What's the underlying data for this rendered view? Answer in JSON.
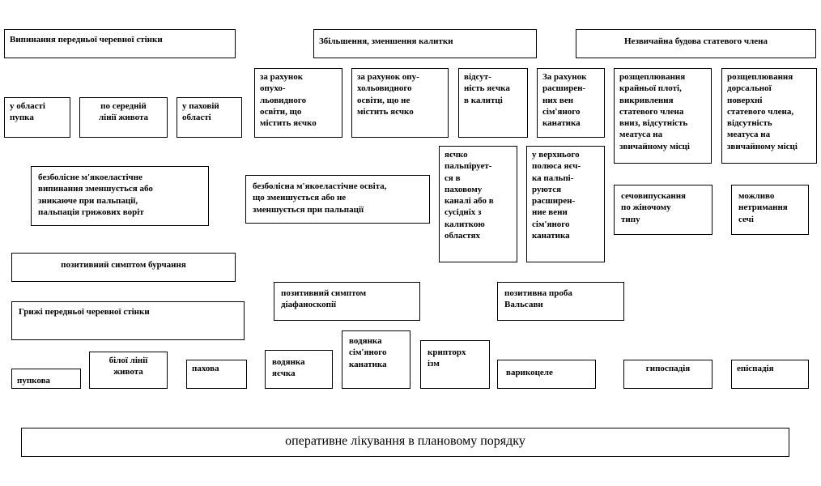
{
  "headers": {
    "h1": "Випинання  передньої черевної стінки",
    "h2": "Збільшення, зменшення калитки",
    "h3": "Незвичайна будова статевого члена"
  },
  "row2": {
    "b1": "у області\nпупка",
    "b2": "по середній\nлінії живота",
    "b3": "у паховій\nобласті",
    "b4": "за рахунок\nопухо-\nльовидного\nосвіти, що\nмістить яєчко",
    "b5": "за рахунок опу-\nхольовидного\nосвіти,  що не\nмістить  яєчко",
    "b6": "відсут-\nність  яєчка\nв калитці",
    "b7": "За рахунок\nрасширен-\nних  вен\nсім'яного\nканатика",
    "b8": "розщеплювання\nкрайньої плоті,\nвикривлення\nстатевого  члена\nвниз, відсутність\nмеатуса на\nзвичайному місці",
    "b9": "розщеплювання\nдорсальної\nповерхні\nстатевого члена,\nвідсутність\nмеатуса на\nзвичайному місці"
  },
  "row3": {
    "b1": "безболісне м'якоеластічне\nвипинання зменшується або\nзникаюче при пальпації,\nпальпація грижових  воріт",
    "b2": "безболісна м'якоеластічне  освіта,\nщо зменшується або не\nзменшується при пальпації",
    "b3": "яєчко\nпальпірует-\nся                  в\nпаховому\nканалі  або  в\nсусідніх      з\nкалиткою\nобластях",
    "b4": "у верхнього\nполюса яєч-\nка пальпі-\nруются\nрасширен-\nние вени\nсім'яного\nканатика",
    "b5": "сечовипускання\nпо жіночому\nтипу",
    "b6": "можливо\nнетримання\nсечі"
  },
  "row4": {
    "b1": "позитивний  симптом бурчання",
    "b2": "позитивний  симптом\nдіафаноскопії",
    "b3": "позитивна  проба\nВальсави"
  },
  "row5": {
    "title": "Грижі передньої черевної стінки",
    "b1": "пупкова",
    "b2": "білої лінії\nживота",
    "b3": "пахова",
    "b4": "водянка\nяєчка",
    "b5": "водянка\nсім'яного\nканатика",
    "b6": "крипторх\nізм",
    "b7": "варикоцеле",
    "b8": "гипоспадія",
    "b9": "епіспадія"
  },
  "footer": "оперативне лікування в плановому порядку"
}
